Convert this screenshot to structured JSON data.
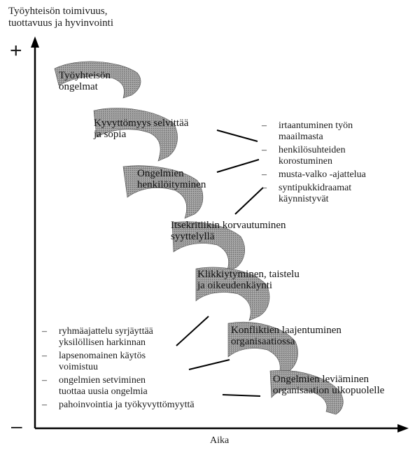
{
  "y_axis_title": "Työyhteisön toimivuus,\ntuottavuus ja hyvinvointi",
  "y_axis_plus": "+",
  "y_axis_minus": "–",
  "x_axis_label": "Aika",
  "stages": [
    "Työyhteisön\nongelmat",
    "Kyvyttömyys selvittää\nja sopia",
    "Ongelmien\nhenkilöityminen",
    "Itsekritiikin korvautuminen\nsyyttelyllä",
    "Klikkiytyminen, taistelu\nja oikeudenkäynti",
    "Konfliktien laajentuminen\norganisaatiossa",
    "Ongelmien leviäminen\norganisaation ulkopuolelle"
  ],
  "right_list": [
    "irtaantuminen työn\nmaailmasta",
    "henkilösuhteiden\nkorostuminen",
    "musta-valko -ajattelua",
    "syntipukkidraamat\nkäynnistyvät"
  ],
  "left_list": [
    "ryhmäajattelu syrjäyttää\nyksilöllisen harkinnan",
    "lapsenomainen käytös\nvoimistuu",
    "ongelmien setviminen\ntuottaa uusia ongelmia",
    "pahoinvointia ja työkyvyttömyyttä"
  ]
}
